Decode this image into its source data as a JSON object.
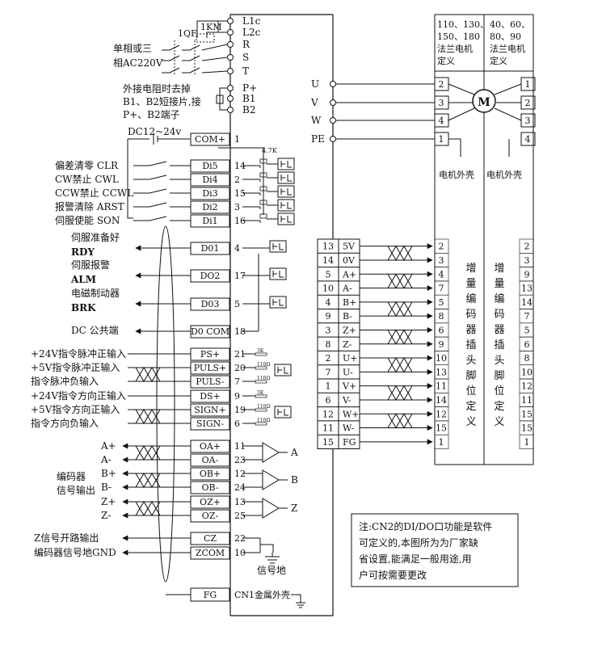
{
  "top_terminals": [
    "L1c",
    "L2c",
    "R",
    "S",
    "T",
    "P+",
    "B1",
    "B2"
  ],
  "breakers": {
    "q1": "1QF",
    "km": "1KM"
  },
  "power_label": [
    "单相或三",
    "相AC220V"
  ],
  "resistor_note": [
    "外接电阻时去掉",
    "B1、B2短接片,接",
    "P+、B2端子"
  ],
  "dc_label": "DC12~24v",
  "resistor_value": "4.7K",
  "input_rows": [
    {
      "label": "",
      "code": "COM+",
      "pin": "1"
    },
    {
      "label": "偏差清零 CLR",
      "code": "Di5",
      "pin": "14"
    },
    {
      "label": "CW禁止 CWL",
      "code": "Di4",
      "pin": "2"
    },
    {
      "label": "CCW禁止 CCWL",
      "code": "Di3",
      "pin": "15"
    },
    {
      "label": "报警清除 ARST",
      "code": "Di2",
      "pin": "3"
    },
    {
      "label": "伺服使能 SON",
      "code": "Di1",
      "pin": "16"
    }
  ],
  "output_rows": [
    {
      "label": [
        "伺服准备好",
        "RDY"
      ],
      "code": "D01",
      "pin": "4"
    },
    {
      "label": [
        "伺服报警",
        "ALM"
      ],
      "code": "DO2",
      "pin": "17"
    },
    {
      "label": [
        "电磁制动器",
        "BRK"
      ],
      "code": "D03",
      "pin": "5"
    },
    {
      "label": [
        "DC 公共端"
      ],
      "code": "D0 COM",
      "pin": "18"
    }
  ],
  "pulse_labels": [
    "+24V指令脉冲正输入",
    "+5V指令脉冲正输入",
    "指令脉冲负输入",
    "+24V指令方向正输入",
    "+5V指令方向正输入",
    "指令方向负输入"
  ],
  "pulse_rows": [
    {
      "code": "PS+",
      "pin": "21"
    },
    {
      "code": "PULS+",
      "pin": "20"
    },
    {
      "code": "PULS-",
      "pin": "7"
    },
    {
      "code": "DS+",
      "pin": "9"
    },
    {
      "code": "SIGN+",
      "pin": "19"
    },
    {
      "code": "SIGN-",
      "pin": "6"
    }
  ],
  "pulse_resistors": [
    "3K",
    "110Ω",
    "110Ω",
    "3K",
    "110Ω",
    "110Ω"
  ],
  "encoder_out_rows": [
    {
      "signal": "A+",
      "code": "OA+",
      "pin": "11"
    },
    {
      "signal": "A-",
      "code": "OA-",
      "pin": "23"
    },
    {
      "signal": "B+",
      "code": "OB+",
      "pin": "12"
    },
    {
      "signal": "B-",
      "code": "OB-",
      "pin": "24"
    },
    {
      "signal": "Z+",
      "code": "OZ+",
      "pin": "13"
    },
    {
      "signal": "Z-",
      "code": "OZ-",
      "pin": "25"
    }
  ],
  "encoder_out_label": [
    "编码器",
    "信号输出"
  ],
  "diff_labels": [
    "A",
    "B",
    "Z"
  ],
  "z_rows": [
    {
      "label": "Z信号开路输出",
      "code": "CZ",
      "pin": "22"
    },
    {
      "label": "编码器信号地GND",
      "code": "ZCOM",
      "pin": "10"
    }
  ],
  "signal_ground": "信号地",
  "fg_row": {
    "code": "FG",
    "label": "CN1金属外壳"
  },
  "motor_terminals": [
    "U",
    "V",
    "W",
    "PE"
  ],
  "motor_box_pins": [
    "2",
    "3",
    "4",
    "1"
  ],
  "motor_box_pins_b": [
    "1",
    "2",
    "3",
    "4"
  ],
  "motor_symbol": "M",
  "flange_a": [
    "110、130、",
    "150、180",
    "法兰电机",
    "定义"
  ],
  "flange_b": [
    "40、60、",
    "80、90",
    "法兰电机",
    "定义"
  ],
  "motor_case": "电机外壳",
  "enc_rows": [
    {
      "pin": "13",
      "signal": "5V",
      "a": "2",
      "b": "2"
    },
    {
      "pin": "14",
      "signal": "0V",
      "a": "3",
      "b": "3"
    },
    {
      "pin": "5",
      "signal": "A+",
      "a": "4",
      "b": "9"
    },
    {
      "pin": "10",
      "signal": "A-",
      "a": "7",
      "b": "13"
    },
    {
      "pin": "4",
      "signal": "B+",
      "a": "5",
      "b": "14"
    },
    {
      "pin": "9",
      "signal": "B-",
      "a": "8",
      "b": "7"
    },
    {
      "pin": "3",
      "signal": "Z+",
      "a": "6",
      "b": "5"
    },
    {
      "pin": "8",
      "signal": "Z-",
      "a": "9",
      "b": "6"
    },
    {
      "pin": "2",
      "signal": "U+",
      "a": "10",
      "b": "8"
    },
    {
      "pin": "7",
      "signal": "U-",
      "a": "13",
      "b": "10"
    },
    {
      "pin": "1",
      "signal": "V+",
      "a": "11",
      "b": "12"
    },
    {
      "pin": "6",
      "signal": "V-",
      "a": "14",
      "b": "11"
    },
    {
      "pin": "12",
      "signal": "W+",
      "a": "12",
      "b": "15"
    },
    {
      "pin": "11",
      "signal": "W-",
      "a": "15",
      "b": "15"
    },
    {
      "pin": "15",
      "signal": "FG",
      "a": "1",
      "b": "1"
    }
  ],
  "enc_def_label": "增量编码器插头脚位定义",
  "note": [
    "注:CN2的DI/DO口功能是软件",
    "可定义的,本图所为为厂家缺",
    "省设置,能满足一般用途,用",
    "户可按需要更改"
  ]
}
